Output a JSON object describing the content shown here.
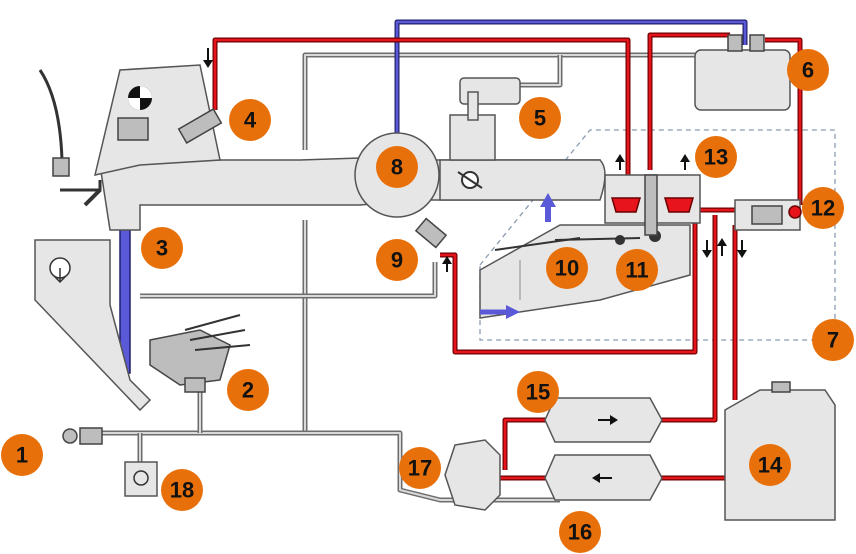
{
  "colors": {
    "badge": "#e8700a",
    "fuel_line": "#e8141c",
    "control_line": "#5a5ad8",
    "return_line": "#6e6e6e"
  },
  "labels": [
    "1",
    "2",
    "3",
    "4",
    "5",
    "6",
    "7",
    "8",
    "9",
    "10",
    "11",
    "12",
    "13",
    "14",
    "15",
    "16",
    "17",
    "18"
  ]
}
